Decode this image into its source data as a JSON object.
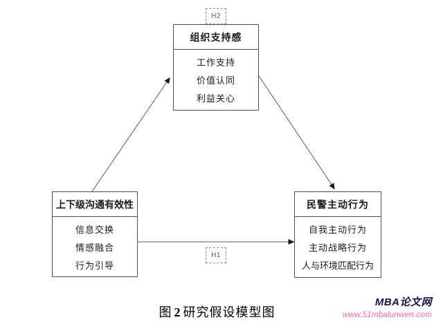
{
  "figure": {
    "caption_prefix": "图",
    "caption_number": "2",
    "caption_text": "研究假设模型图"
  },
  "labels": {
    "h1": "H1",
    "h2": "H2"
  },
  "boxes": {
    "organizational_support": {
      "title": "组织支持感",
      "items": [
        "工作支持",
        "价值认同",
        "利益关心"
      ]
    },
    "communication_effectiveness": {
      "title": "上下级沟通有效性",
      "items": [
        "信息交换",
        "情感融合",
        "行为引导"
      ]
    },
    "police_proactive_behavior": {
      "title": "民警主动行为",
      "items": [
        "自我主动行为",
        "主动战略行为",
        "人与环境匹配行为"
      ]
    }
  },
  "edges": [
    {
      "from": "communication_effectiveness",
      "to": "organizational_support",
      "label": "H2"
    },
    {
      "from": "organizational_support",
      "to": "police_proactive_behavior",
      "label": ""
    },
    {
      "from": "communication_effectiveness",
      "to": "police_proactive_behavior",
      "label": "H1"
    }
  ],
  "watermark": {
    "brand": "MBA论文网",
    "url": "www.51mbalunwen.com"
  },
  "colors": {
    "box_border": "#4d4d4d",
    "arrow": "#595959",
    "watermark_brand": "#17124a",
    "watermark_url": "#f06aaa"
  }
}
